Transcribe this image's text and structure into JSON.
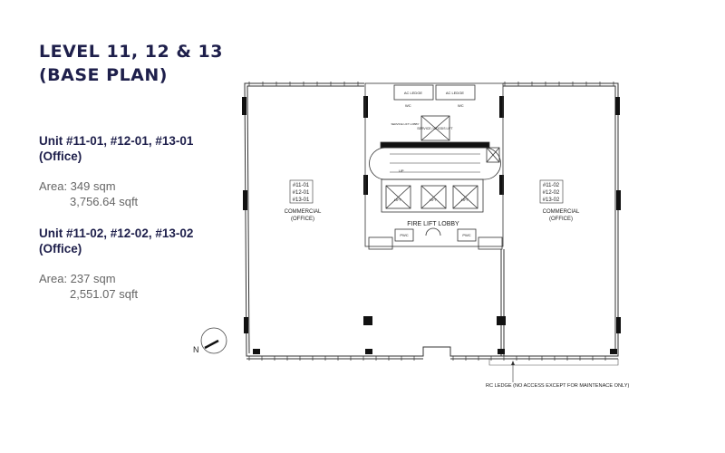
{
  "header": {
    "title_line1": "LEVEL 11, 12 & 13",
    "title_line2": "(BASE PLAN)"
  },
  "units": [
    {
      "heading": "Unit #11-01, #12-01, #13-01",
      "type": "(Office)",
      "area_sqm": "Area: 349 sqm",
      "area_sqft": "3,756.64 sqft"
    },
    {
      "heading": "Unit #11-02, #12-02, #13-02",
      "type": "(Office)",
      "area_sqm": "Area: 237 sqm",
      "area_sqft": "2,551.07 sqft"
    }
  ],
  "plan": {
    "unit_left": {
      "codes": [
        "#11-01",
        "#12-01",
        "#13-01"
      ],
      "label1": "COMMERCIAL",
      "label2": "(OFFICE)"
    },
    "unit_right": {
      "codes": [
        "#11-02",
        "#12-02",
        "#13-02"
      ],
      "label1": "COMMERCIAL",
      "label2": "(OFFICE)"
    },
    "ac_ledge": "AC LEDGE",
    "wc": "WC",
    "service_lift_lobby": "SERVICE LIFT LOBBY",
    "goods_lift": "SERVICE / GOODS LIFT",
    "up": "UP",
    "lift": "LIFT",
    "fire_lift_lobby": "FIRE LIFT LOBBY",
    "pwc": "PWC",
    "north": "N",
    "rc_ledge_note": "RC LEDGE (NO ACCESS EXCEPT FOR MAINTENACE ONLY)"
  }
}
